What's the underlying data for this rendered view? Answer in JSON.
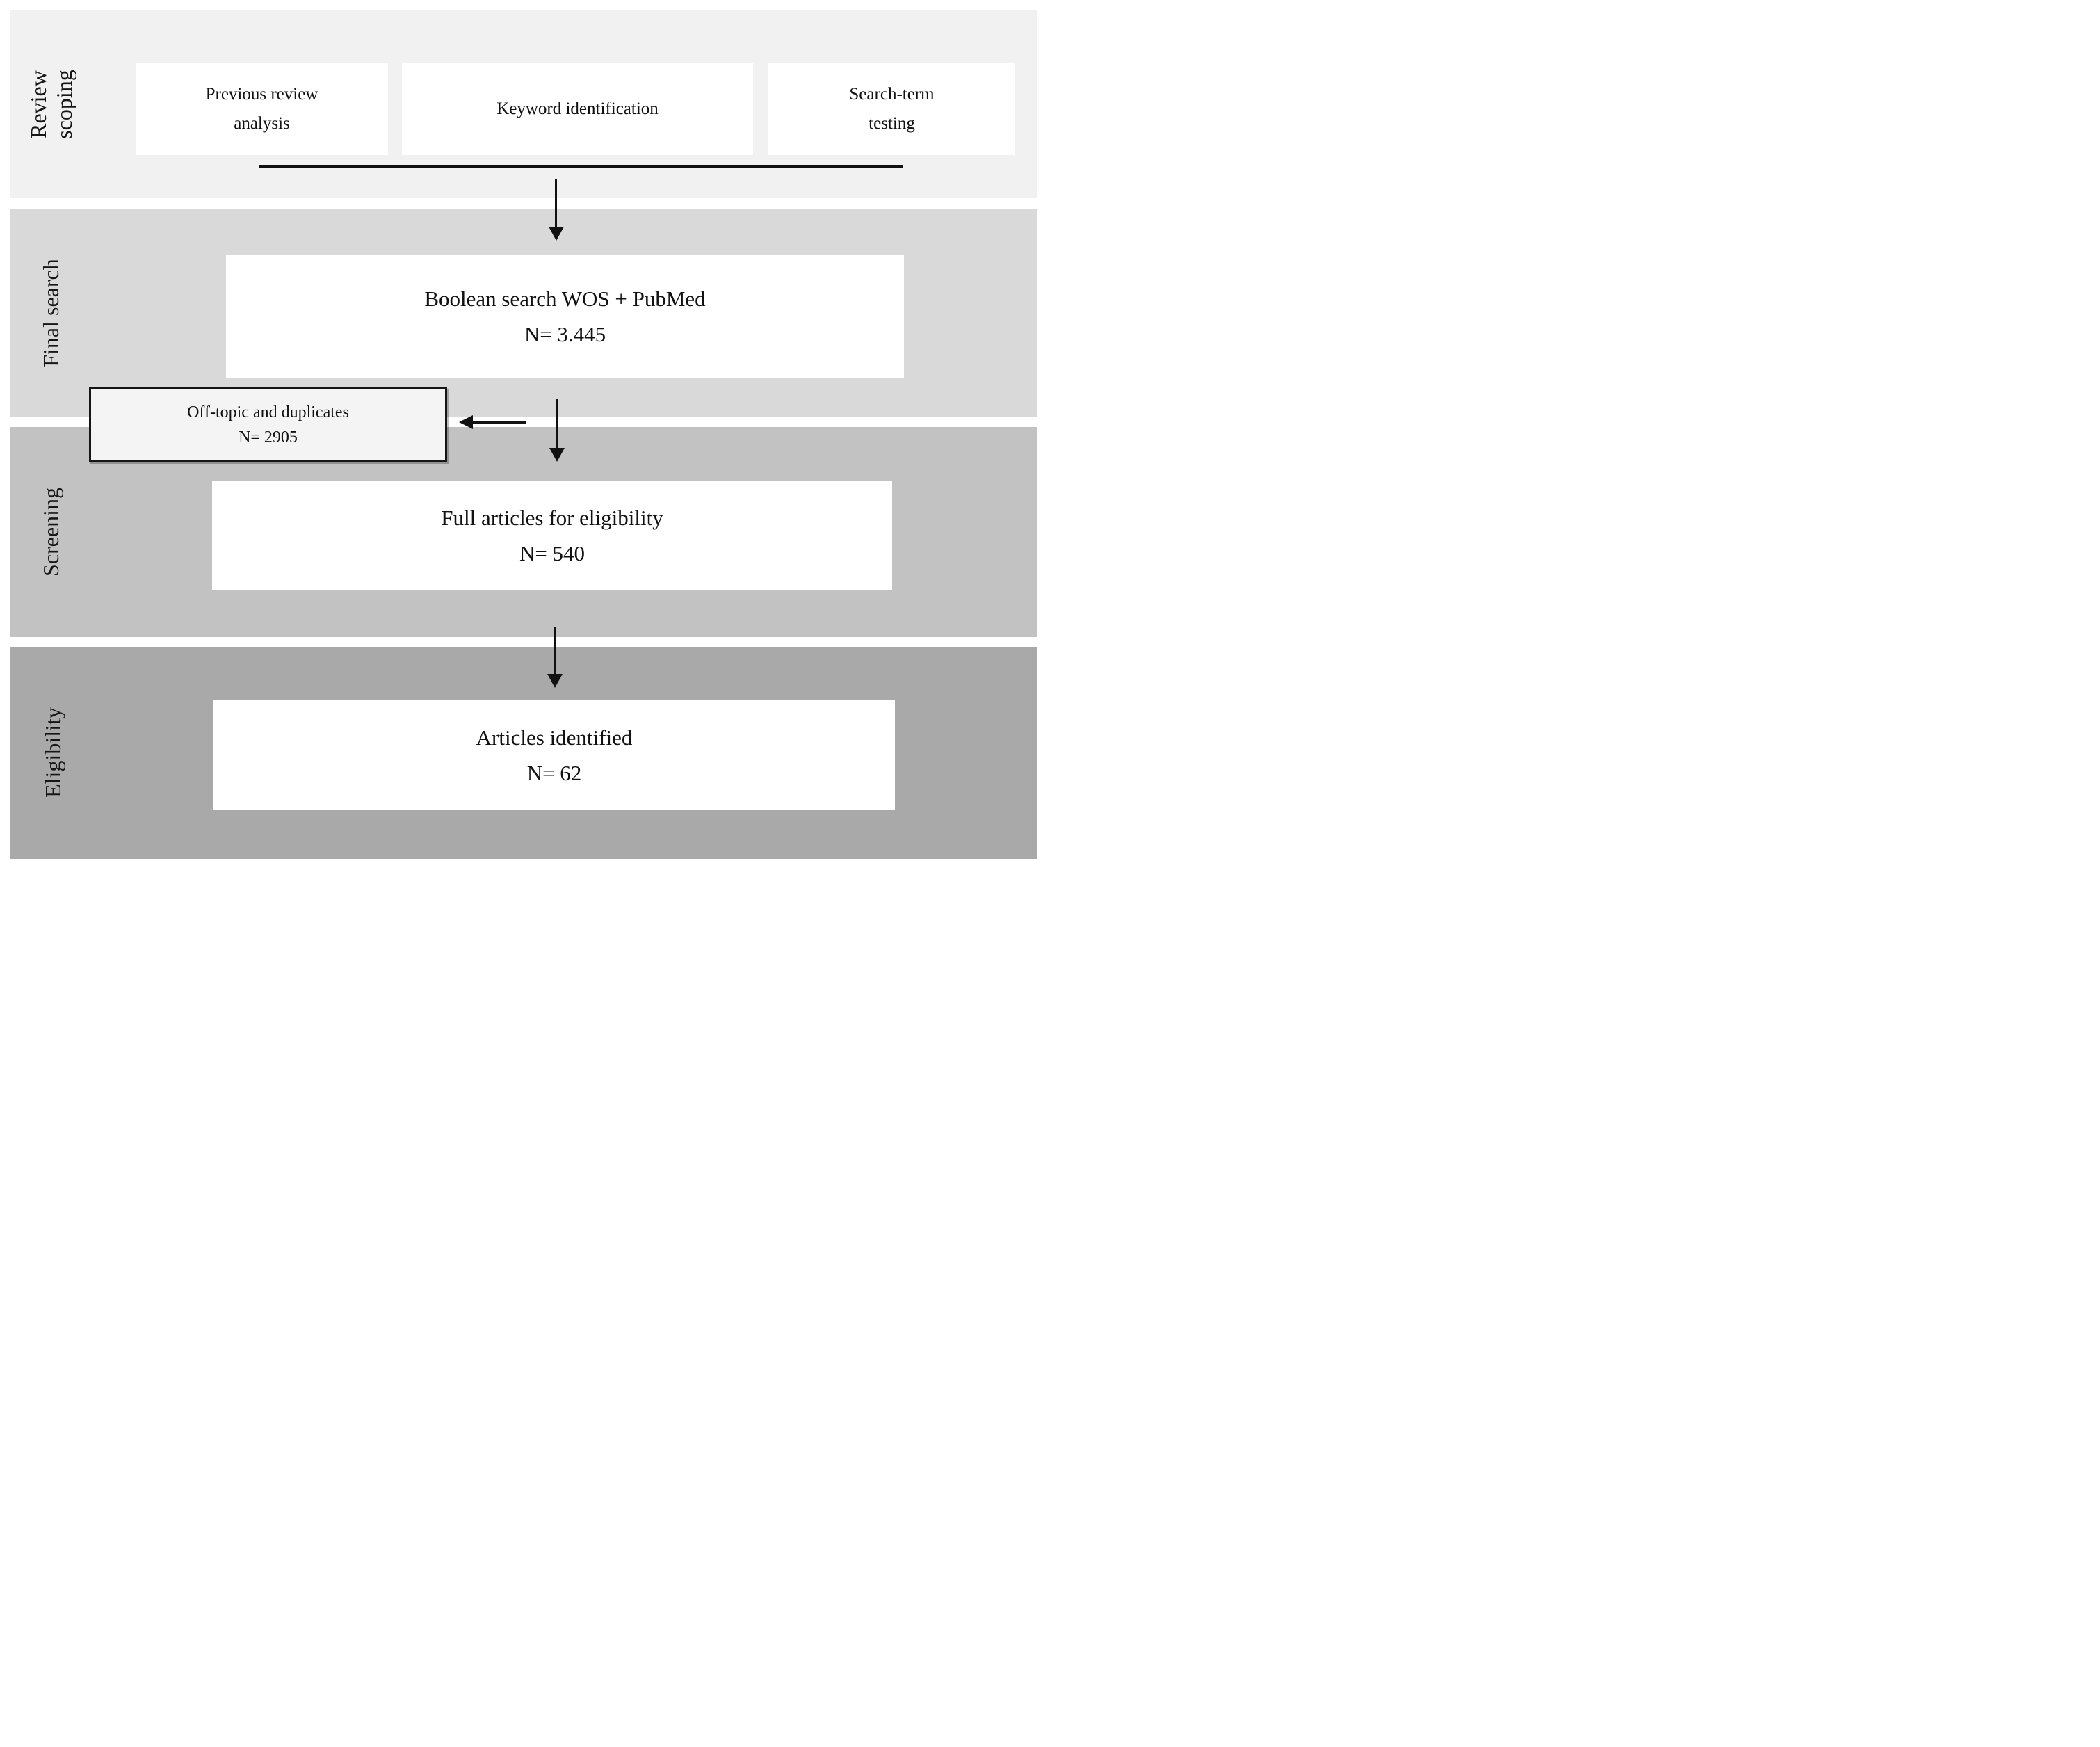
{
  "stages": [
    {
      "id": "review-scoping",
      "label": "Review scoping",
      "band_color": "#f1f1f1"
    },
    {
      "id": "final-search",
      "label": "Final search",
      "band_color": "#d9d9d9"
    },
    {
      "id": "screening",
      "label": "Screening",
      "band_color": "#c2c2c2"
    },
    {
      "id": "eligibility",
      "label": "Eligibility",
      "band_color": "#a9a9a9"
    }
  ],
  "scoping_boxes": [
    {
      "label": "Previous review analysis"
    },
    {
      "label": "Keyword identification"
    },
    {
      "label": "Search-term testing"
    }
  ],
  "flow": {
    "boolean_search": {
      "label": "Boolean search WOS + PubMed",
      "count": "N= 3.445"
    },
    "off_topic": {
      "label": "Off-topic and duplicates",
      "count": "N= 2905"
    },
    "full_articles": {
      "label": "Full articles for eligibility",
      "count": "N= 540"
    },
    "articles_identified": {
      "label": "Articles identified",
      "count": "N= 62"
    }
  },
  "colors": {
    "band_review_scoping": "#f1f1f1",
    "band_final_search": "#d9d9d9",
    "band_screening": "#c2c2c2",
    "band_eligibility": "#a9a9a9",
    "box_fill": "#ffffff",
    "off_topic_fill": "#f4f4f4",
    "line_and_text": "#111111"
  }
}
